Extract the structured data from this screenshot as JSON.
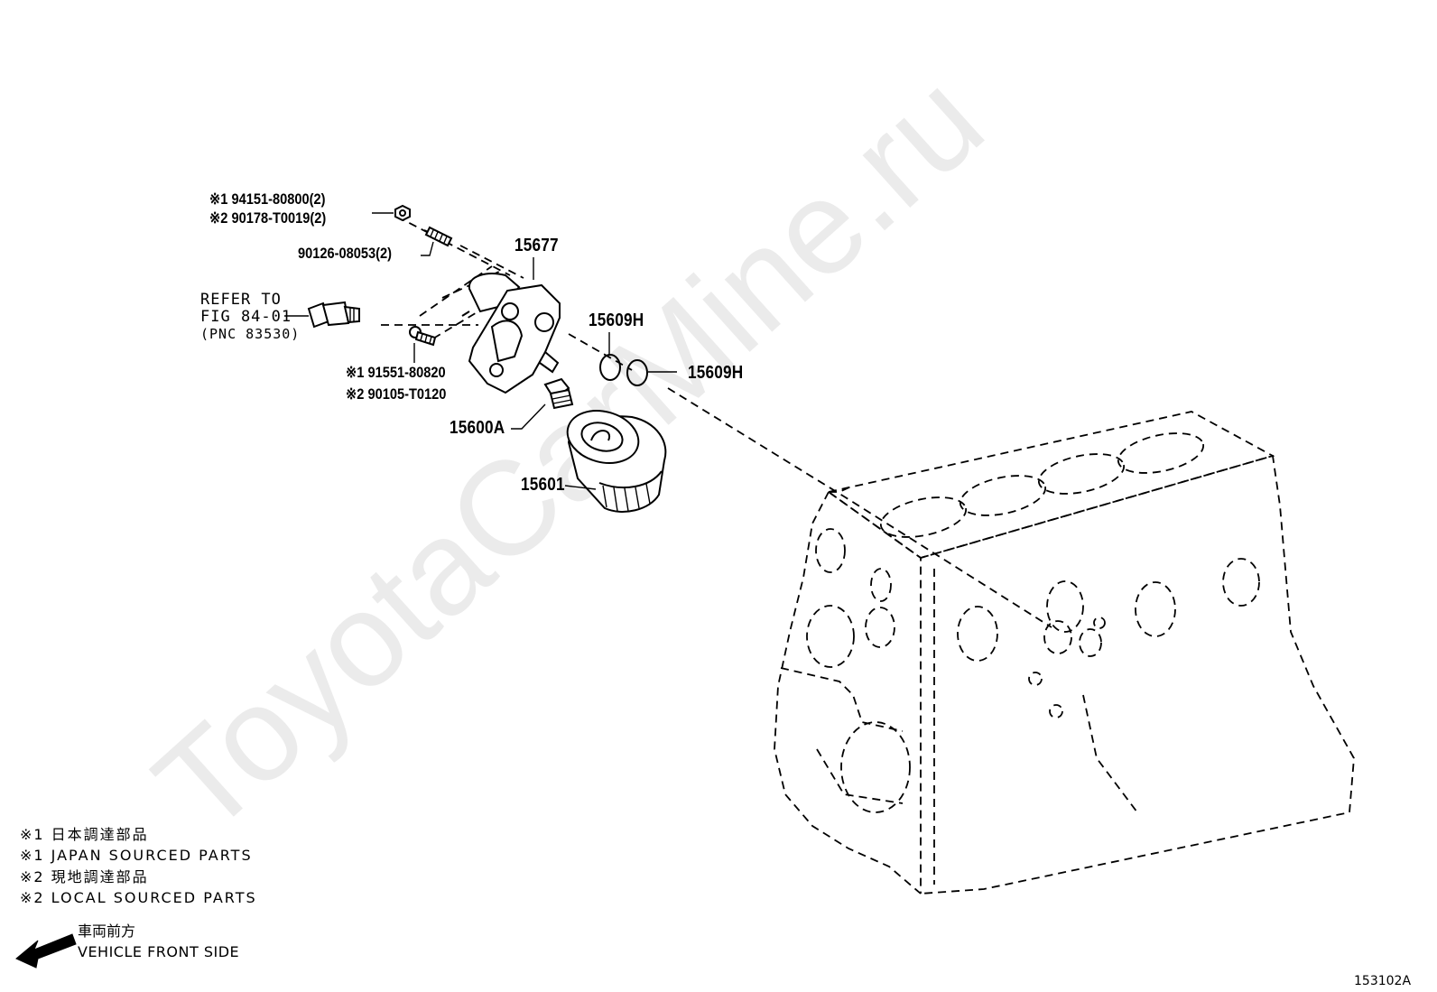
{
  "watermark": "ToyotaCarMine.ru",
  "callouts": {
    "nut_line1": "※1 94151-80800(2)",
    "nut_line2": "※2 90178-T0019(2)",
    "stud": "90126-08053(2)",
    "bracket": "15677",
    "oring_upper": "15609H",
    "oring_right": "15609H",
    "refer_line1": "REFER TO",
    "refer_line2": "FIG 84-01",
    "refer_line3": "(PNC 83530)",
    "bolt_line1": "※1 91551-80820",
    "bolt_line2": "※2 90105-T0120",
    "union": "15600A",
    "filter": "15601"
  },
  "legend": {
    "line1": "※1 日本調達部品",
    "line2": "※1 JAPAN SOURCED PARTS",
    "line3": "※2 現地調達部品",
    "line4": "※2 LOCAL SOURCED PARTS"
  },
  "direction": {
    "jp": "車両前方",
    "en": "VEHICLE FRONT SIDE"
  },
  "figure_id": "153102A"
}
